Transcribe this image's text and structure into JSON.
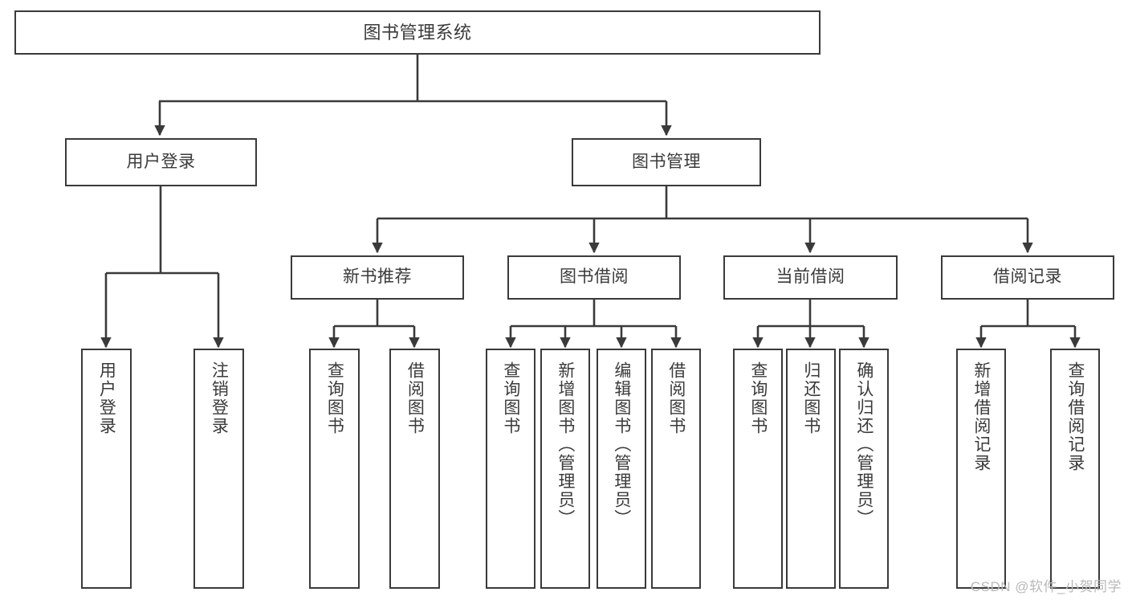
{
  "diagram": {
    "title": "图书管理系统",
    "type": "tree-hierarchy-diagram",
    "colors": {
      "box_border": "#3a3a3a",
      "box_fill": "#ffffff",
      "line": "#3a3a3a",
      "text": "#3a3a3a",
      "watermark": "#b9b9b9",
      "background": "#ffffff"
    },
    "root": {
      "label": "图书管理系统"
    },
    "level2": [
      {
        "label": "用户登录"
      },
      {
        "label": "图书管理"
      }
    ],
    "level3": [
      {
        "label": "新书推荐"
      },
      {
        "label": "图书借阅"
      },
      {
        "label": "当前借阅"
      },
      {
        "label": "借阅记录"
      }
    ],
    "leaves": {
      "user_login": [
        {
          "label": "用户登录"
        },
        {
          "label": "注销登录"
        }
      ],
      "new_book_recommend": [
        {
          "label": "查询图书"
        },
        {
          "label": "借阅图书"
        }
      ],
      "book_borrow": [
        {
          "label": "查询图书"
        },
        {
          "label": "新增图书（管理员）"
        },
        {
          "label": "编辑图书（管理员）"
        },
        {
          "label": "借阅图书"
        }
      ],
      "current_borrow": [
        {
          "label": "查询图书"
        },
        {
          "label": "归还图书"
        },
        {
          "label": "确认归还（管理员）"
        }
      ],
      "borrow_record": [
        {
          "label": "新增借阅记录"
        },
        {
          "label": "查询借阅记录"
        }
      ]
    },
    "watermark": "CSDN @软件_小贺同学"
  }
}
